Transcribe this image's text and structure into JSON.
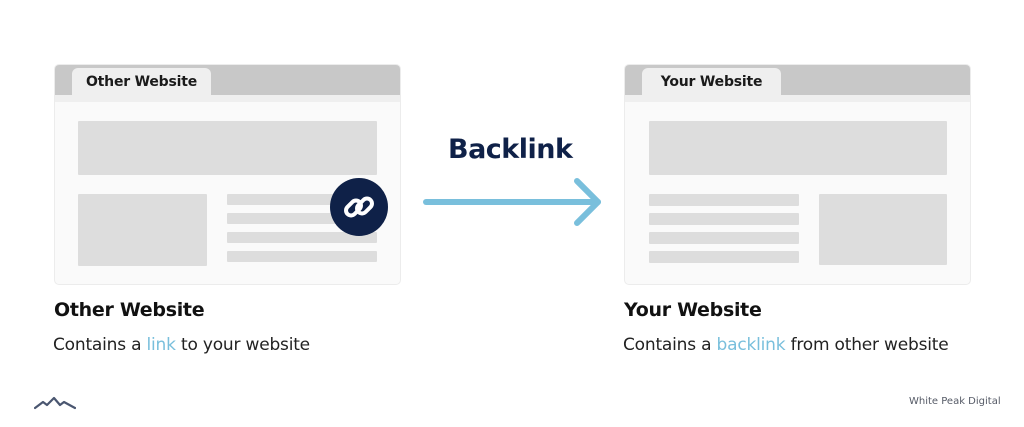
{
  "left_panel": {
    "tab_label": "Other Website",
    "title": "Other Website",
    "desc_before": "Contains a ",
    "desc_highlight": "link",
    "desc_after": " to your website",
    "badge_icon": "chain-link-icon"
  },
  "right_panel": {
    "tab_label": "Your Website",
    "title": "Your Website",
    "desc_before": "Contains a ",
    "desc_highlight": "backlink",
    "desc_after": " from other website"
  },
  "arrow": {
    "label": "Backlink",
    "icon": "arrow-right-icon"
  },
  "footer": {
    "brand": "White Peak Digital",
    "logo_icon": "mountain-peak-icon"
  },
  "colors": {
    "navy": "#0f2148",
    "accent_blue": "#79bfdc",
    "placeholder_gray": "#dddddd",
    "tabbar_gray": "#c8c8c8"
  }
}
